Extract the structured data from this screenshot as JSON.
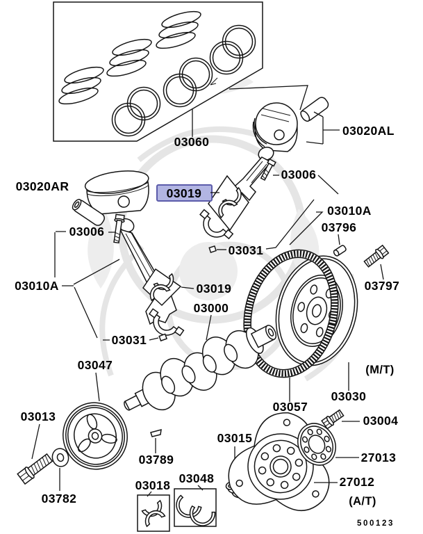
{
  "page": {
    "code": "500123",
    "background": "#ffffff",
    "line_color": "#141414"
  },
  "highlight": {
    "selected_part": "03019",
    "fill": "#b2b5e2",
    "border": "#5b5baa"
  },
  "parts": {
    "piston_ring_set": "03060",
    "piston_left_bank": "03020AL",
    "rod_bolt_right": "03006",
    "piston_right_bank": "03020AR",
    "rod_bearing_selected": "03019",
    "conrod_right": "03010A",
    "dowel_pin": "03796",
    "rod_nut_right": "03031",
    "flywheel_bolt": "03797",
    "rod_bolt_left": "03006",
    "conrod_left": "03010A",
    "rod_bearing_left": "03019",
    "crankshaft": "03000",
    "rod_nut_left": "03031",
    "crank_pulley": "03047",
    "flywheel": "03030",
    "ring_gear": "03057",
    "pulley_bolt": "03013",
    "driveplate_bolt": "03004",
    "pilot_bushing": "03015",
    "adapter_plate": "27013",
    "crank_key": "03789",
    "main_bearing_set": "03018",
    "thrust_washer_set": "03048",
    "drive_plate": "27012",
    "pulley_washer": "03782"
  },
  "notes": {
    "manual_transmission": "(M/T)",
    "automatic_transmission": "(A/T)"
  }
}
